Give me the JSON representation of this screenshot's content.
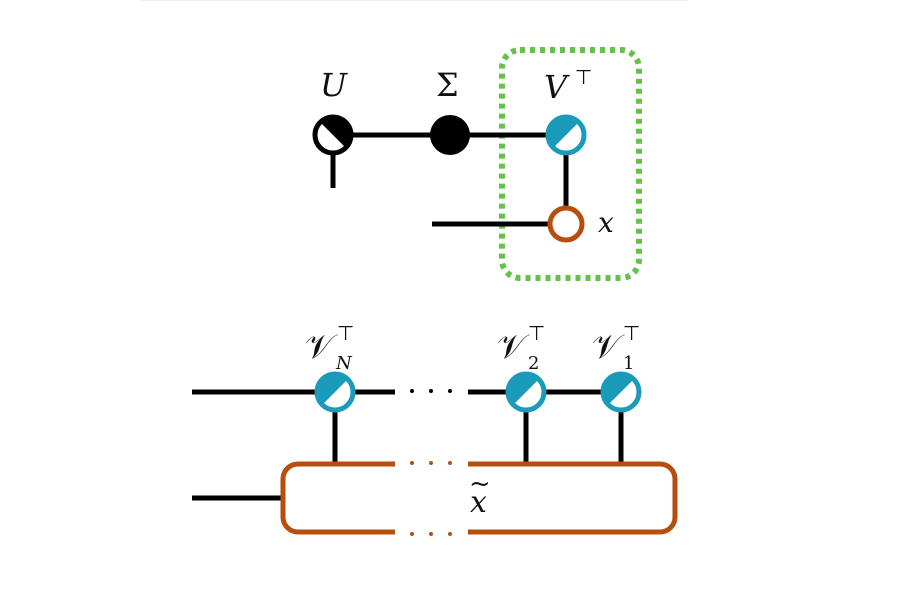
{
  "diagram": {
    "title": "SVD tensor network of V-transpose applied to x, and its tensor-train generalization",
    "colors": {
      "wire": "#000000",
      "orthogonal_node": "#1A9BBA",
      "vector_node": "#B84E0C",
      "highlight_box": "#66C14A",
      "singular_node": "#000000"
    },
    "top_network": {
      "nodes": [
        {
          "id": "U",
          "label": "U",
          "superscript": "",
          "type": "orthogonal-black"
        },
        {
          "id": "Sigma",
          "label": "Σ",
          "superscript": "",
          "type": "diagonal-filled"
        },
        {
          "id": "VT",
          "label": "V",
          "superscript": "⊤",
          "type": "orthogonal-teal"
        },
        {
          "id": "x",
          "label": "x",
          "superscript": "",
          "type": "vector-ring"
        }
      ],
      "highlight": "dotted box around V⊤ and x"
    },
    "bottom_network": {
      "nodes": [
        {
          "id": "VN",
          "label": "𝒱",
          "subscript": "N",
          "superscript": "⊤"
        },
        {
          "id": "V2",
          "label": "𝒱",
          "subscript": "2",
          "superscript": "⊤"
        },
        {
          "id": "V1",
          "label": "𝒱",
          "subscript": "1",
          "superscript": "⊤"
        }
      ],
      "ellipsis": "· · ·",
      "tensor_label": "x",
      "tensor_accent": "~"
    }
  }
}
